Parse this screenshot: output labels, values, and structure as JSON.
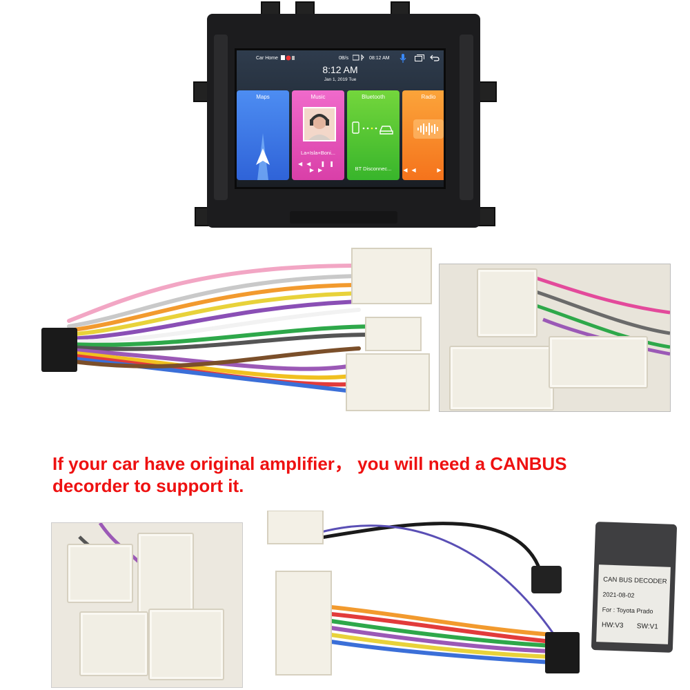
{
  "head_unit": {
    "status_bar": {
      "home_label": "Car Home",
      "data_rate": "0B/s",
      "time": "08:12 AM"
    },
    "clock": {
      "time": "8:12 AM",
      "date": "Jan 1, 2019 Tue"
    },
    "tiles": [
      {
        "title": "Maps",
        "color_top": "#4d8df2",
        "color_bottom": "#2f63d8"
      },
      {
        "title": "Music",
        "subtitle": "La+Isla+Boni...",
        "color_top": "#f06acb",
        "color_bottom": "#d93fa8"
      },
      {
        "title": "Bluetooth",
        "subtitle": "BT Disconnec...",
        "color_top": "#74d63c",
        "color_bottom": "#38b52b"
      },
      {
        "title": "Radio",
        "color_top": "#fba43a",
        "color_bottom": "#f5731c"
      }
    ],
    "icons": [
      "mic-icon",
      "recent-apps-icon",
      "back-icon",
      "bluetooth-icon",
      "navigation-arrow-icon",
      "play-pause-icon",
      "radio-wave-icon"
    ]
  },
  "note": {
    "line1": "If your car have original amplifier， you will need a CANBUS",
    "line2": "decorder to support it.",
    "color": "#ee1111"
  },
  "decoder": {
    "title": "CAN BUS DECODER",
    "date": "2021-08-02",
    "vehicle": "For : Toyota Prado",
    "hw": "HW:V3",
    "sw": "SW:V1"
  }
}
